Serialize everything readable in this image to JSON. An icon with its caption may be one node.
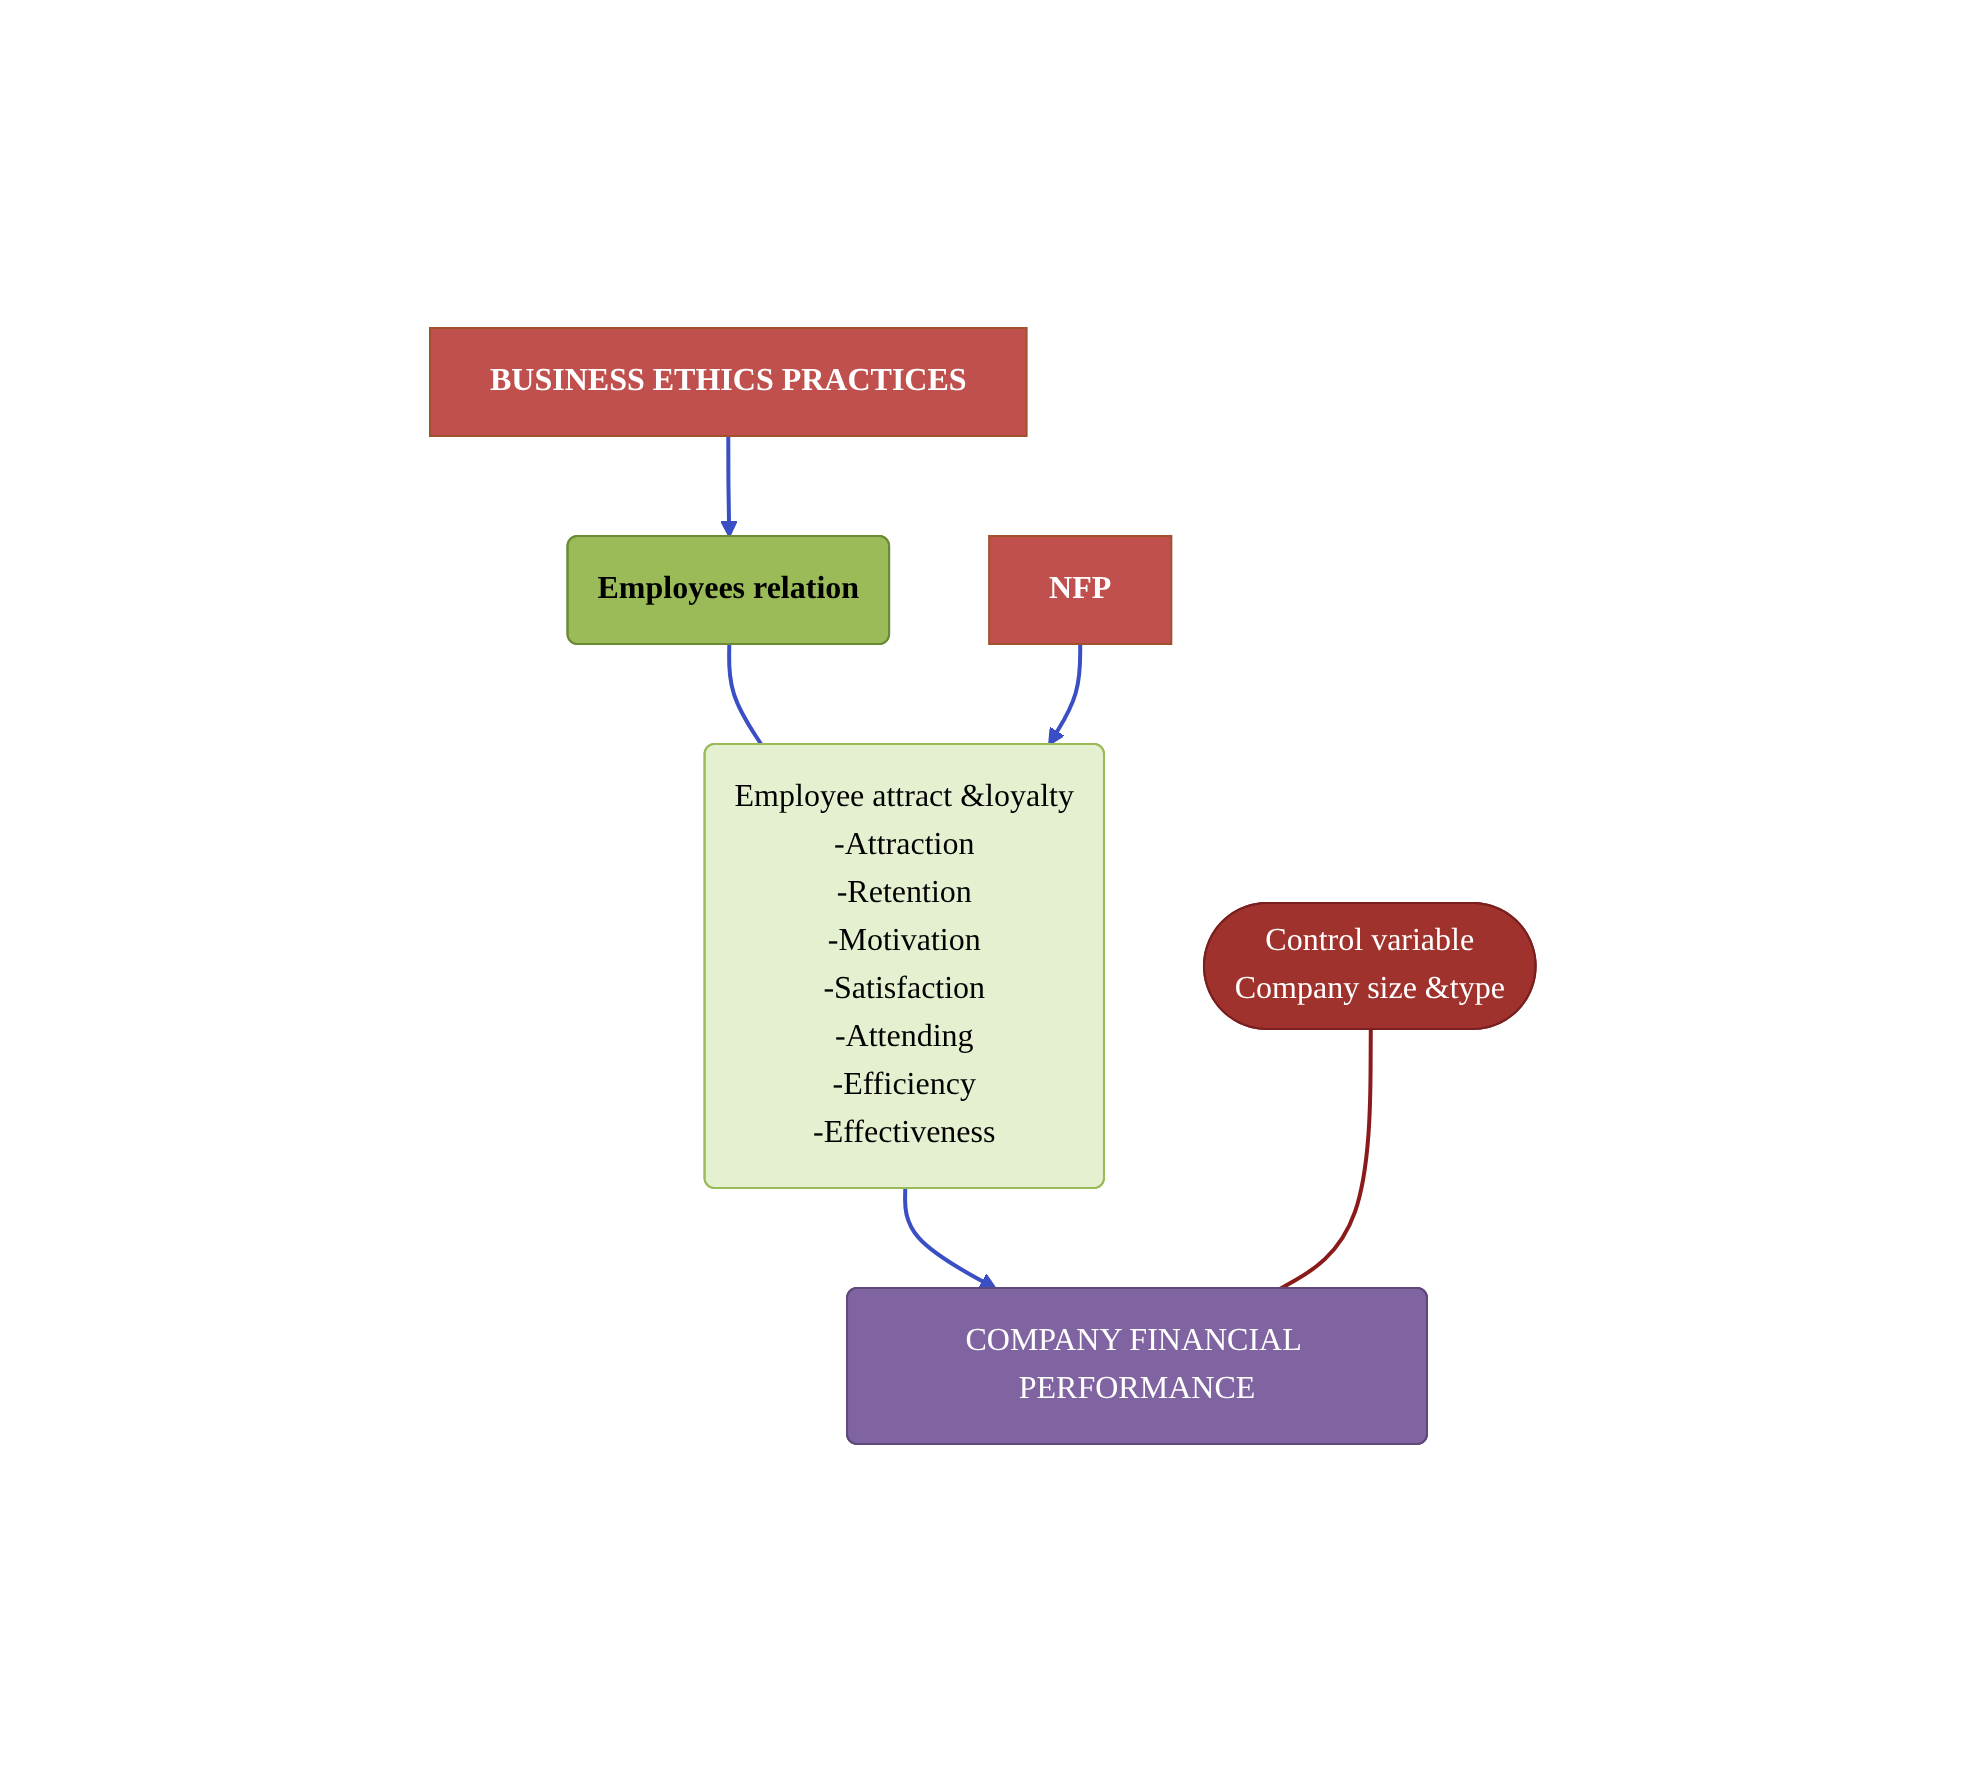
{
  "diagram": {
    "nodes": [
      {
        "text": [
          "BUSINESS ETHICS PRACTICES"
        ]
      },
      {
        "text": [
          "Employees relation"
        ]
      },
      {
        "text": [
          "NFP"
        ]
      },
      {
        "text": [
          "Employee attract &loyalty",
          "-Attraction",
          "-Retention",
          "-Motivation",
          "-Satisfaction",
          "-Attending",
          "-Efficiency",
          "-Effectiveness"
        ]
      },
      {
        "text": [
          "Control variable",
          "Company size &type"
        ]
      },
      {
        "text": [
          "COMPANY FINANCIAL PERFORMANCE"
        ]
      }
    ],
    "edges": [
      {
        "from": 0,
        "to": 1,
        "arrow": "to"
      },
      {
        "from": 1,
        "to": 3,
        "arrow": "none"
      },
      {
        "from": 2,
        "to": 3,
        "arrow": "to"
      },
      {
        "from": 3,
        "to": 5,
        "arrow": "to"
      },
      {
        "from": 4,
        "to": 5,
        "arrow": "none",
        "color": "#8b1a1a"
      }
    ]
  }
}
